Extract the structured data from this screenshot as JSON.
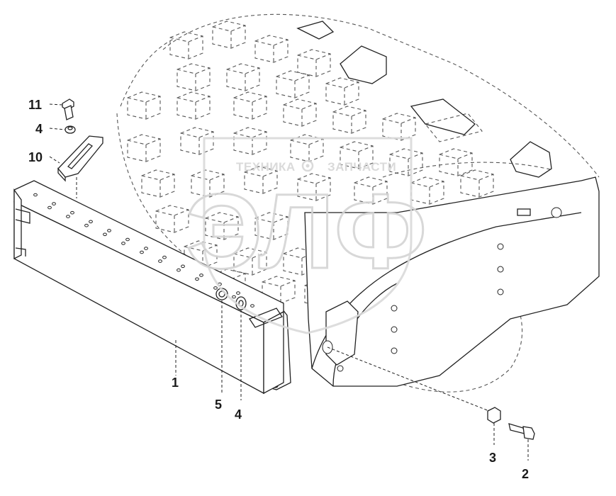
{
  "diagram": {
    "watermark": {
      "line1_left": "ТЕХНИКА",
      "line1_right": "ЗАПЧАСТИ",
      "logo": "ЭЛФ"
    },
    "callouts": [
      {
        "id": "c11",
        "label": "11"
      },
      {
        "id": "c4a",
        "label": "4"
      },
      {
        "id": "c10",
        "label": "10"
      },
      {
        "id": "c1",
        "label": "1"
      },
      {
        "id": "c5",
        "label": "5"
      },
      {
        "id": "c4b",
        "label": "4"
      },
      {
        "id": "c3",
        "label": "3"
      },
      {
        "id": "c2",
        "label": "2"
      }
    ]
  }
}
